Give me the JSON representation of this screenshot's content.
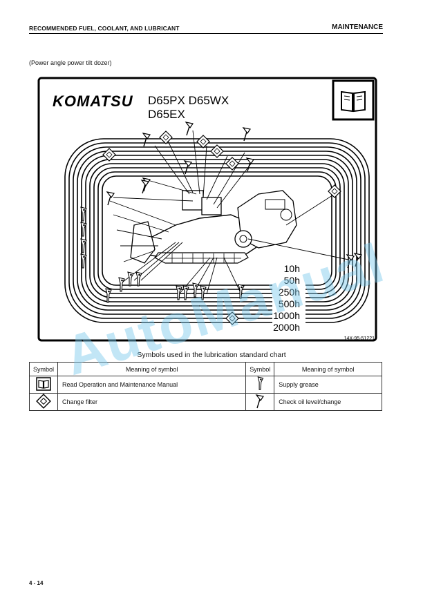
{
  "header": {
    "section_title": "RECOMMENDED FUEL, COOLANT, AND LUBRICANT",
    "chapter_title": "MAINTENANCE"
  },
  "caption": "(Power angle power tilt dozer)",
  "chart_panel": {
    "brand": "KOMATSU",
    "models_line1": "D65PX   D65WX",
    "models_line2": "D65EX",
    "intervals": [
      "10h",
      "50h",
      "250h",
      "500h",
      "1000h",
      "2000h"
    ],
    "figure_code": "14X-95-51221",
    "icons": [
      "manual-book-icon",
      "grease-gun-icon",
      "oil-level-icon",
      "change-filter-icon"
    ]
  },
  "symbols_table": {
    "title": "Symbols used in the lubrication standard chart",
    "headers": [
      "Symbol",
      "Meaning of symbol",
      "Symbol",
      "Meaning of symbol"
    ],
    "rows": [
      {
        "left_icon": "manual-book-icon",
        "left_meaning": "Read Operation and Maintenance Manual",
        "right_icon": "grease-gun-icon",
        "right_meaning": "Supply grease"
      },
      {
        "left_icon": "change-filter-icon",
        "left_meaning": "Change filter",
        "right_icon": "oil-level-icon",
        "right_meaning": "Check oil level/change"
      }
    ]
  },
  "watermark": "AutoManual",
  "footer": {
    "page_number": "4 - 14"
  }
}
